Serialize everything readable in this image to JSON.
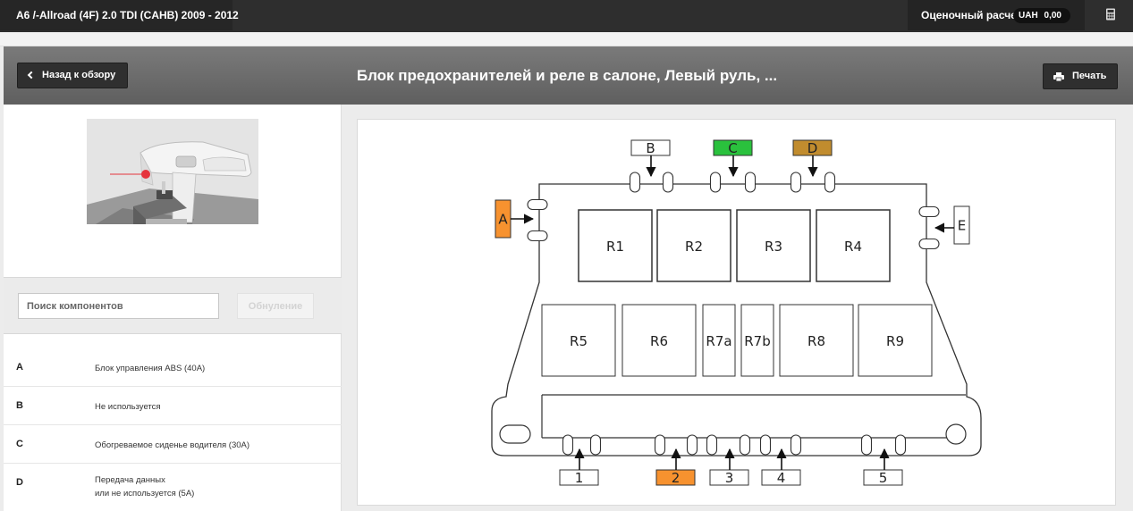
{
  "topbar": {
    "vehicle": "A6 /-Allroad (4F) 2.0 TDI (CAHB) 2009 - 2012",
    "estimate_label": "Оценочный расчет",
    "currency": "UAH",
    "amount": "0,00",
    "calculator_icon": "calculator-icon"
  },
  "header": {
    "back_label": "Назад к обзору",
    "title": "Блок предохранителей и реле в салоне, Левый руль, ...",
    "print_label": "Печать",
    "print_icon": "printer-icon"
  },
  "search": {
    "placeholder": "Поиск компонентов",
    "reset_label": "Обнуление"
  },
  "components": [
    {
      "code": "A",
      "lines": [
        "Блок управления ABS (40A)"
      ]
    },
    {
      "code": "B",
      "lines": [
        "Не используется"
      ]
    },
    {
      "code": "C",
      "lines": [
        "Обогреваемое сиденье водителя (30A)"
      ]
    },
    {
      "code": "D",
      "lines": [
        "Передача данных",
        "или не используется (5A)"
      ]
    }
  ],
  "diagram": {
    "colors": {
      "orange": "#f7922f",
      "green": "#2ac13d",
      "brown": "#c18c2e"
    },
    "top_labels": [
      {
        "id": "B",
        "fill": "#ffffff"
      },
      {
        "id": "C",
        "fill": "#2ac13d"
      },
      {
        "id": "D",
        "fill": "#c18c2e"
      }
    ],
    "side_labels": [
      {
        "id": "A",
        "fill": "#f7922f"
      },
      {
        "id": "E",
        "fill": "#ffffff"
      }
    ],
    "bottom_labels": [
      {
        "id": "1",
        "fill": "#ffffff"
      },
      {
        "id": "2",
        "fill": "#f7922f"
      },
      {
        "id": "3",
        "fill": "#ffffff"
      },
      {
        "id": "4",
        "fill": "#ffffff"
      },
      {
        "id": "5",
        "fill": "#ffffff"
      }
    ],
    "relays_row1": [
      "R1",
      "R2",
      "R3",
      "R4"
    ],
    "relays_row2": [
      "R5",
      "R6",
      "R7a",
      "R7b",
      "R8",
      "R9"
    ]
  }
}
